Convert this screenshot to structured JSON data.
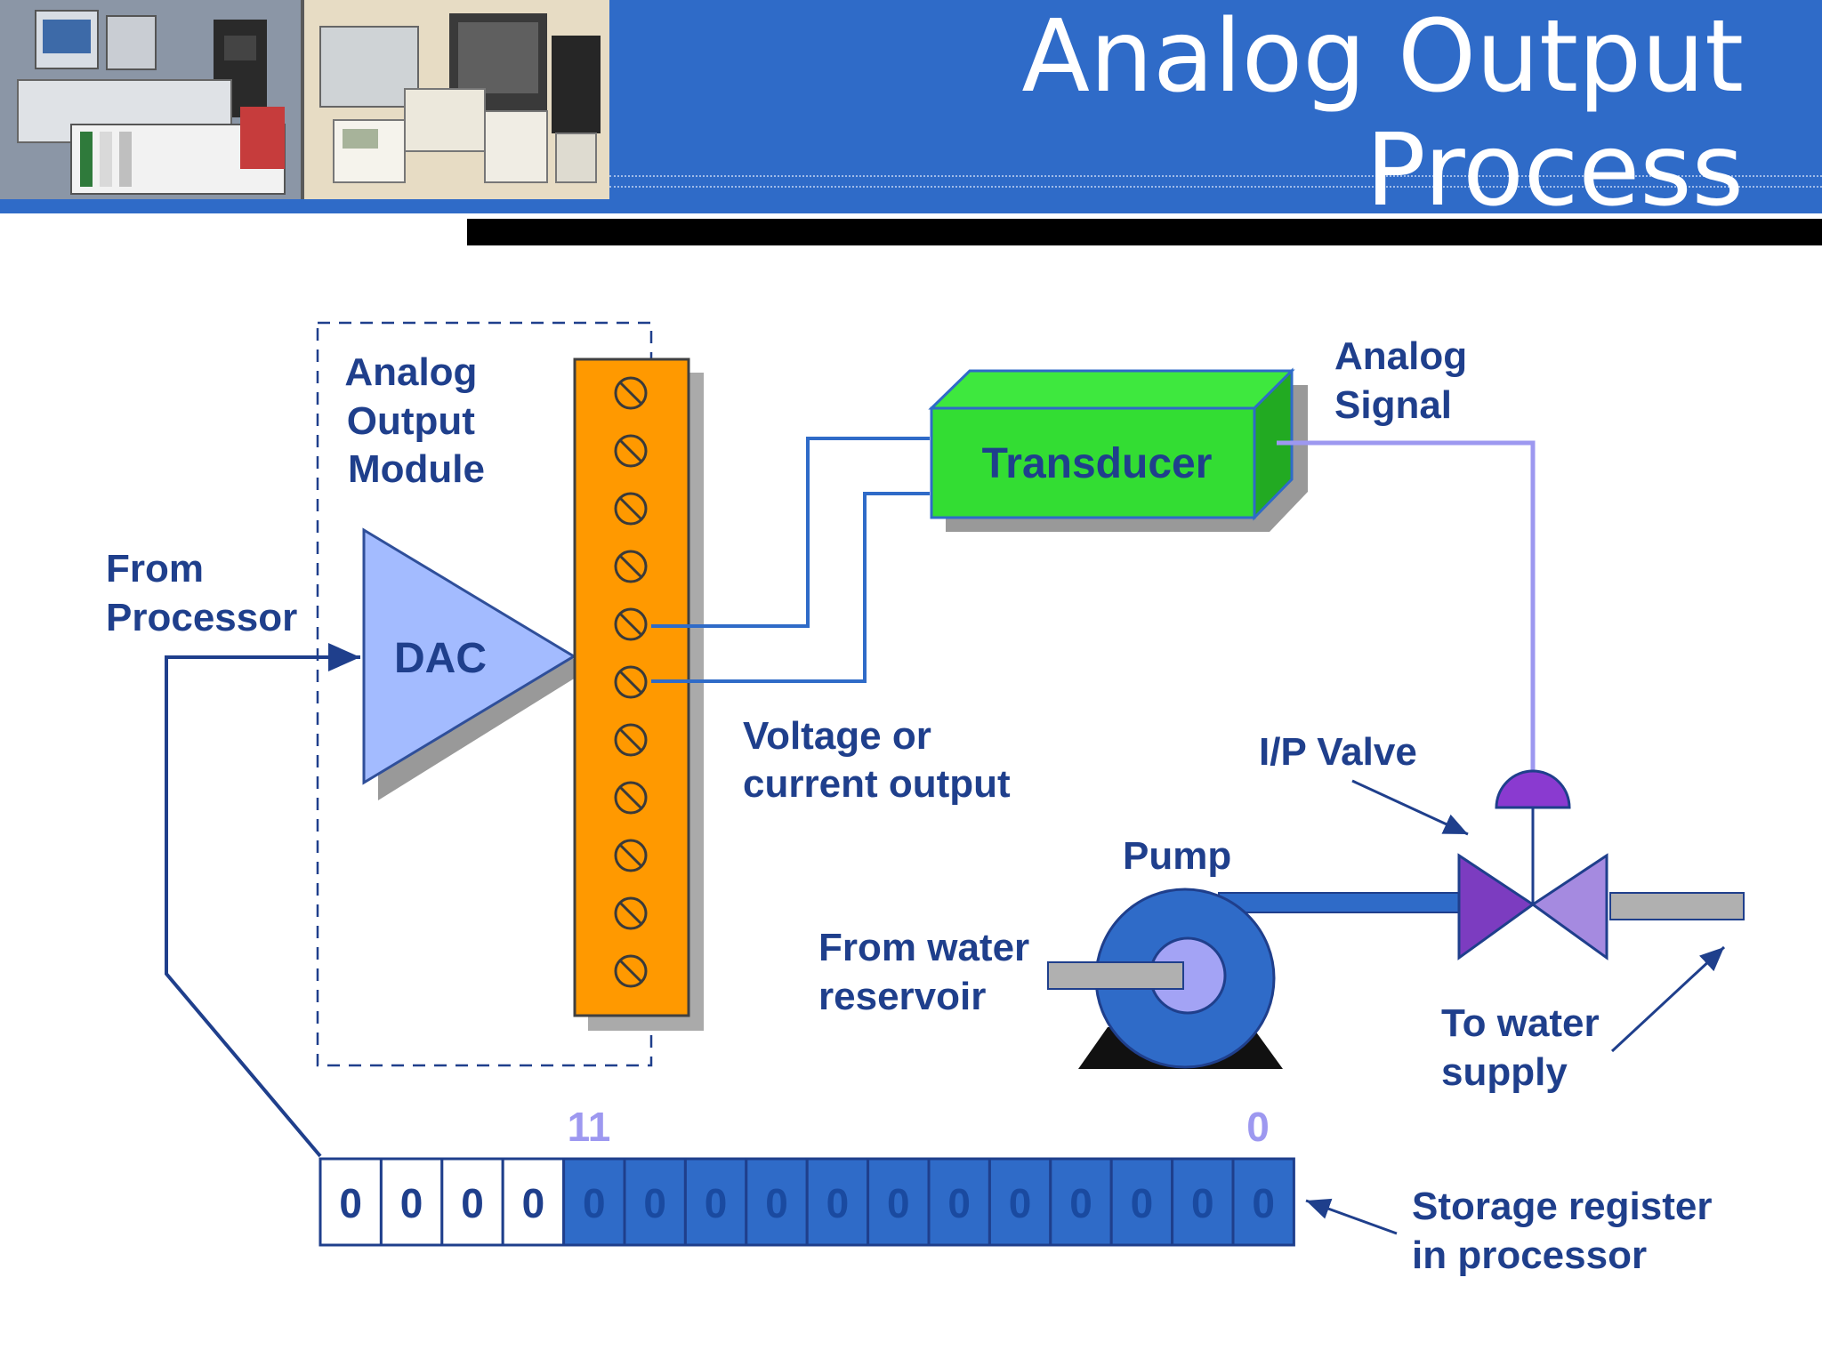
{
  "slide": {
    "title_line1": "Analog Output",
    "title_line2": "Process"
  },
  "colors": {
    "header": "#2f6bc8",
    "label_text": "#1f3f8c",
    "terminal_strip": "#ff9900",
    "transducer": "#33dd33",
    "dac": "#a3bbff",
    "signal_line": "#9d98f0",
    "register_lsb": "#2f6bc8",
    "valve": "#7c3cc0"
  },
  "labels": {
    "module": [
      "Analog",
      "Output",
      "Module"
    ],
    "from_processor": [
      "From",
      "Processor"
    ],
    "dac": "DAC",
    "transducer": "Transducer",
    "analog_signal": [
      "Analog",
      "Signal"
    ],
    "voltage_output": [
      "Voltage or",
      "current output"
    ],
    "ip_valve": "I/P Valve",
    "pump": "Pump",
    "from_reservoir": [
      "From water",
      "reservoir"
    ],
    "to_supply": [
      "To water",
      "supply"
    ],
    "storage_register": [
      "Storage register",
      "in processor"
    ]
  },
  "register": {
    "msb_index": "11",
    "lsb_index": "0",
    "bits": [
      "0",
      "0",
      "0",
      "0",
      "0",
      "0",
      "0",
      "0",
      "0",
      "0",
      "0",
      "0",
      "0",
      "0",
      "0",
      "0"
    ]
  },
  "terminal_count": 11
}
